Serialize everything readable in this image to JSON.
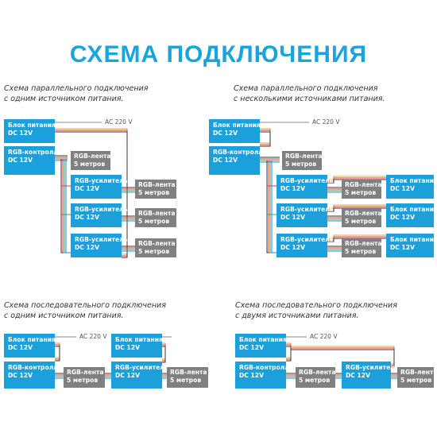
{
  "title": "СХЕМА ПОДКЛЮЧЕНИЯ",
  "diagrams": [
    {
      "caption_lines": [
        "Схема параллельного подключения",
        "с одним источником питания."
      ],
      "ac_label": "AC 220 V",
      "power_supply": [
        "Блок питания",
        "DC 12V"
      ],
      "controller": [
        "RGB-контроллер",
        "DC 12V"
      ],
      "strips": [
        [
          "RGB-лента",
          "5 метров"
        ],
        [
          "RGB-лента",
          "5 метров"
        ],
        [
          "RGB-лента",
          "5 метров"
        ],
        [
          "RGB-лента",
          "5 метров"
        ]
      ],
      "amplifiers": [
        [
          "RGB-усилитель",
          "DC 12V"
        ],
        [
          "RGB-усилитель",
          "DC 12V"
        ],
        [
          "RGB-усилитель",
          "DC 12V"
        ]
      ]
    },
    {
      "caption_lines": [
        "Схема параллельного подключения",
        "с несколькими источниками питания."
      ],
      "ac_label": "AC 220 V",
      "power_supply": [
        "Блок питания",
        "DC 12V"
      ],
      "controller": [
        "RGB-контроллер",
        "DC 12V"
      ],
      "strips": [
        [
          "RGB-лента",
          "5 метров"
        ],
        [
          "RGB-лента",
          "5 метров"
        ],
        [
          "RGB-лента",
          "5 метров"
        ],
        [
          "RGB-лента",
          "5 метров"
        ]
      ],
      "amplifiers": [
        [
          "RGB-усилитель",
          "DC 12V"
        ],
        [
          "RGB-усилитель",
          "DC 12V"
        ],
        [
          "RGB-усилитель",
          "DC 12V"
        ]
      ],
      "extra_power": [
        [
          "Блок питания",
          "DC 12V"
        ],
        [
          "Блок питания",
          "DC 12V"
        ],
        [
          "Блок питания",
          "DC 12V"
        ]
      ]
    },
    {
      "caption_lines": [
        "Схема последовательного подключения",
        "с одним источником питания."
      ],
      "ac_label": "AC 220 V",
      "power_supply": [
        "Блок питания",
        "DC 12V"
      ],
      "controller": [
        "RGB-контроллер",
        "DC 12V"
      ],
      "power_supply_2": [
        "Блок питания",
        "DC 12V"
      ],
      "amplifier": [
        "RGB-усилитель",
        "DC 12V"
      ],
      "strips": [
        [
          "RGB-лента",
          "5 метров"
        ],
        [
          "RGB-лента",
          "5 метров"
        ]
      ]
    },
    {
      "caption_lines": [
        "Схема последовательного подключения",
        "с двумя источниками питания."
      ],
      "ac_label": "AC 220 V",
      "power_supply": [
        "Блок питания",
        "DC 12V"
      ],
      "controller": [
        "RGB-контроллер",
        "DC 12V"
      ],
      "amplifier": [
        "RGB-усилитель",
        "DC 12V"
      ],
      "strips": [
        [
          "RGB-лента",
          "5 метров"
        ],
        [
          "RGB-лента",
          "5 метров"
        ]
      ]
    }
  ],
  "colors": {
    "accent": "#1aa3dd",
    "box_blue": "#1ba0dc",
    "box_gray": "#808080",
    "wire_red": "#e53935",
    "wire_green": "#43a047",
    "wire_blue": "#1e88e5",
    "wire_black": "#333333",
    "wire_orange": "#f0a030",
    "wire_ac": "#888888"
  }
}
